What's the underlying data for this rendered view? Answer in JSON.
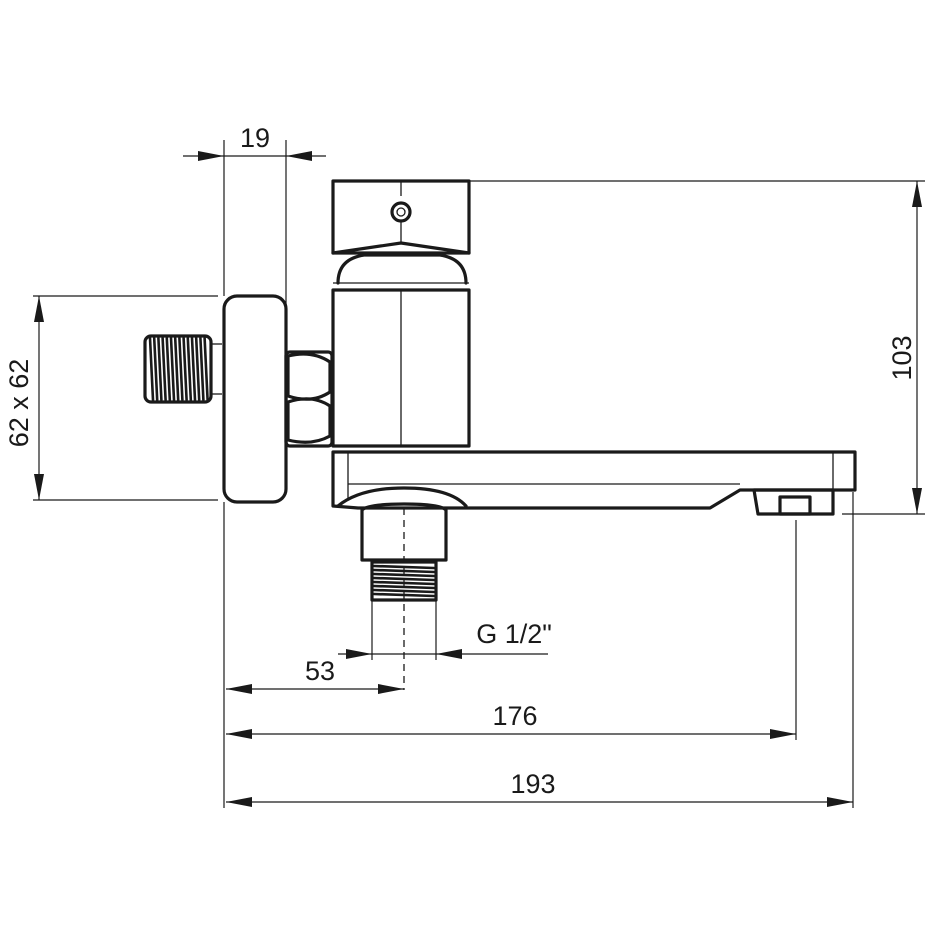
{
  "dimensions": {
    "wall_offset": "19",
    "escutcheon_size": "62 x 62",
    "height": "103",
    "thread_size": "G 1/2\"",
    "outlet_offset": "53",
    "spout_reach": "176",
    "overall_length": "193"
  },
  "colors": {
    "line": "#1a1a1a",
    "background": "#ffffff"
  }
}
